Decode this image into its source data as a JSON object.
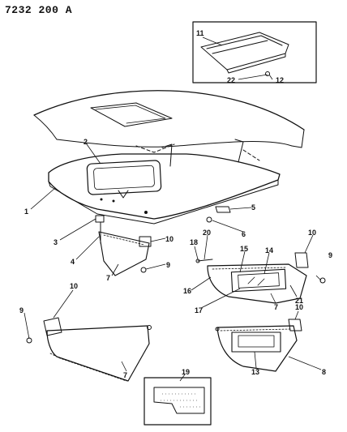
{
  "part_number": "7232 200 A",
  "callouts": {
    "c1": "1",
    "c2": "2",
    "c3": "3",
    "c4": "4",
    "c5": "5",
    "c6": "6",
    "c7a": "7",
    "c7b": "7",
    "c7c": "7",
    "c8": "8",
    "c9a": "9",
    "c9b": "9",
    "c9c": "9",
    "c10a": "10",
    "c10b": "10",
    "c10c": "10",
    "c10d": "10",
    "c11": "11",
    "c12": "12",
    "c13": "13",
    "c14": "14",
    "c15": "15",
    "c16": "16",
    "c17": "17",
    "c18": "18",
    "c19": "19",
    "c20": "20",
    "c21": "21",
    "c22": "22"
  }
}
